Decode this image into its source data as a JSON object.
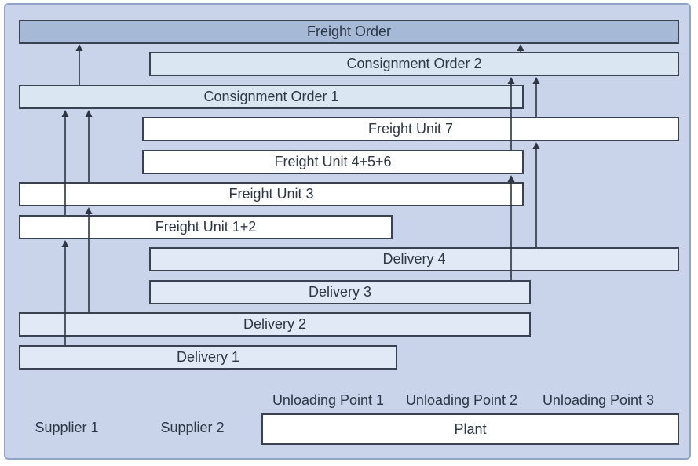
{
  "figure": {
    "type": "layered-bar-diagram",
    "description": "Document hierarchy: deliveries build freight units, freight units build consignment orders, consignment orders build one freight order",
    "colors": {
      "canvas_bg": "#c9d4ea",
      "canvas_border": "#8ea4c9",
      "freight_order_fill": "#a6bad8",
      "consignment_order_fill": "#dbe6f3",
      "freight_unit_fill": "#ffffff",
      "delivery_fill": "#e0e9f5",
      "plant_fill": "#ffffff",
      "bar_border": "#3a4150",
      "arrow": "#2e3440",
      "text": "#2d3645"
    },
    "bars": {
      "freight_order": "Freight Order",
      "consignment_order_2": "Consignment Order 2",
      "consignment_order_1": "Consignment Order 1",
      "freight_unit_7": "Freight Unit 7",
      "freight_unit_4_5_6": "Freight Unit 4+5+6",
      "freight_unit_3": "Freight Unit 3",
      "freight_unit_1_2": "Freight Unit 1+2",
      "delivery_4": "Delivery 4",
      "delivery_3": "Delivery 3",
      "delivery_2": "Delivery 2",
      "delivery_1": "Delivery 1",
      "plant": "Plant"
    },
    "locations": {
      "supplier_1": "Supplier 1",
      "supplier_2": "Supplier 2",
      "unloading_point_1": "Unloading Point 1",
      "unloading_point_2": "Unloading Point 2",
      "unloading_point_3": "Unloading Point 3"
    },
    "connections": [
      {
        "from": "Consignment Order 1",
        "to": "Freight Order"
      },
      {
        "from": "Consignment Order 2",
        "to": "Freight Order"
      },
      {
        "from": "Freight Unit 1+2",
        "to": "Consignment Order 1"
      },
      {
        "from": "Freight Unit 3",
        "to": "Consignment Order 1"
      },
      {
        "from": "Freight Unit 4+5+6",
        "to": "Consignment Order 2"
      },
      {
        "from": "Freight Unit 7",
        "to": "Consignment Order 2"
      },
      {
        "from": "Delivery 1",
        "to": "Freight Unit 1+2"
      },
      {
        "from": "Delivery 2",
        "to": "Freight Unit 3"
      },
      {
        "from": "Delivery 3",
        "to": "Freight Unit 4+5+6"
      },
      {
        "from": "Delivery 4",
        "to": "Freight Unit 7"
      }
    ]
  }
}
